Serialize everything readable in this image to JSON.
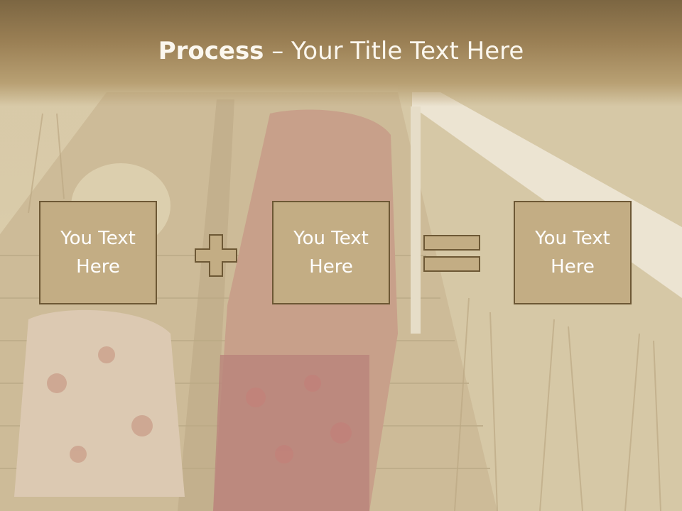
{
  "title": {
    "bold": "Process",
    "rest": " – Your Title Text Here"
  },
  "boxes": [
    {
      "text": "You Text Here"
    },
    {
      "text": "You Text Here"
    },
    {
      "text": "You Text Here"
    }
  ],
  "operators": [
    "plus-icon",
    "equals-icon"
  ],
  "colors": {
    "box_fill": "#c3ad84",
    "box_border": "#6d5835",
    "header": "#8e7650",
    "title_text": "#fbf7ee"
  }
}
